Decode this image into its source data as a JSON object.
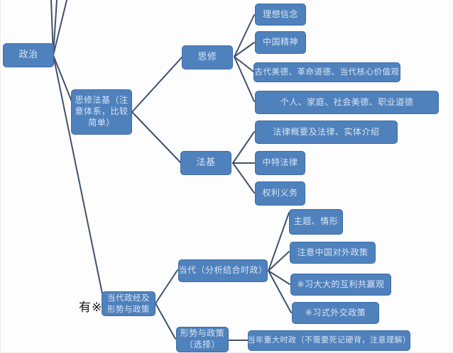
{
  "colors": {
    "node_fill": "#4f81bd",
    "node_border": "#3c6ca6",
    "node_text": "#d8e5f3",
    "line": "#42516b",
    "annotation": "#141414"
  },
  "mindmap": {
    "root": {
      "label": "政治"
    },
    "branches": [
      {
        "label": "思修法基（注意体系，比较简单）",
        "children": [
          {
            "label": "思修",
            "children": [
              {
                "label": "理想信念"
              },
              {
                "label": "中国精神"
              },
              {
                "label": "古代美德、革命道德、当代核心价值观"
              },
              {
                "label": "个人、家庭、社会美德、职业道德"
              }
            ]
          },
          {
            "label": "法基",
            "children": [
              {
                "label": "法律概要及法律、实体介绍"
              },
              {
                "label": "中特法律"
              },
              {
                "label": "权利义务"
              }
            ]
          }
        ]
      },
      {
        "label": "当代政经及形势与政策",
        "annotation": "有※",
        "children": [
          {
            "label": "当代（分析结合时政）",
            "children": [
              {
                "label": "主题、情形"
              },
              {
                "label": "注意中国对外政策"
              },
              {
                "label": "※习大大的互利共赢观"
              },
              {
                "label": "※习式外交政策"
              }
            ]
          },
          {
            "label": "形势与政策（选择）",
            "children": [
              {
                "label": "当年重大时政（不需要死记硬背，注意理解）"
              }
            ]
          }
        ]
      }
    ]
  }
}
